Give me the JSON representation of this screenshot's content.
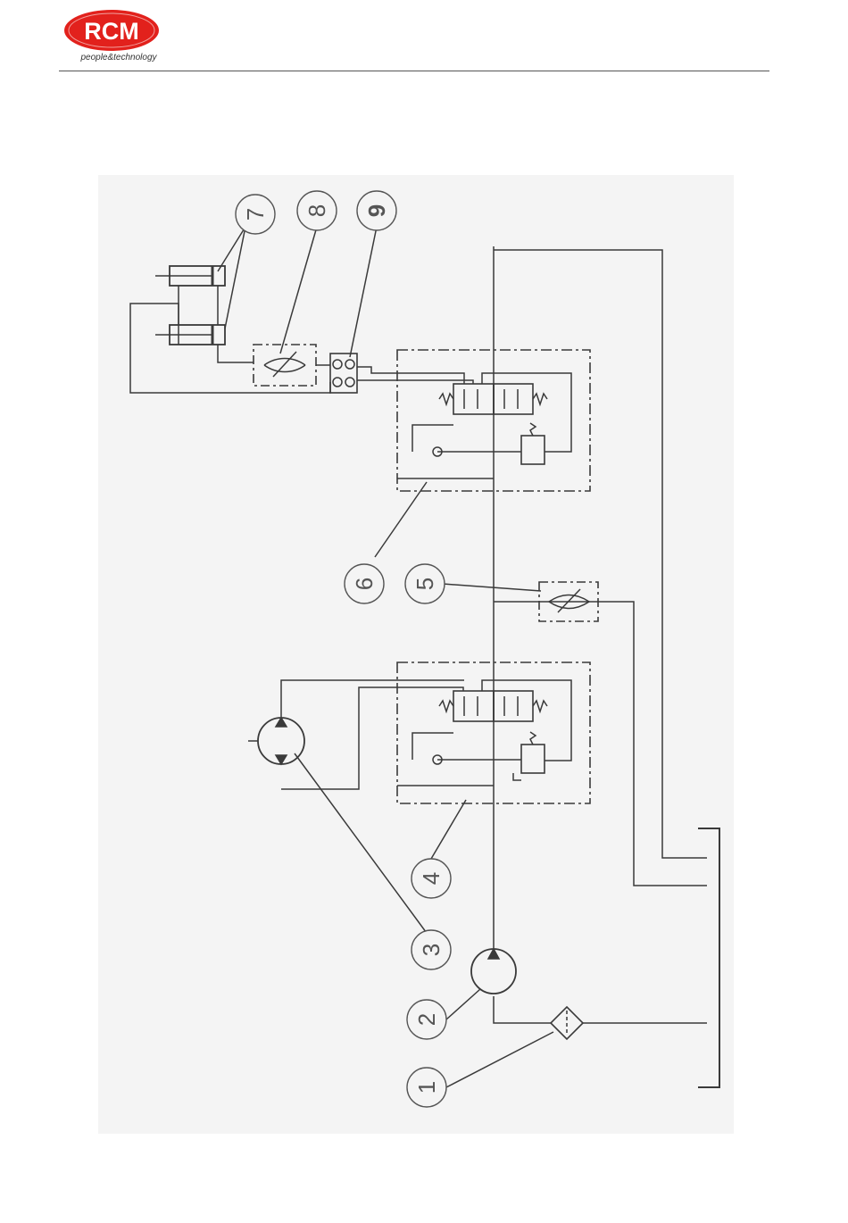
{
  "header": {
    "logo_text": "RCM",
    "tagline": "people&technology",
    "brand_color": "#e2211c"
  },
  "diagram": {
    "callouts": [
      {
        "id": "c1",
        "label": "1"
      },
      {
        "id": "c2",
        "label": "2"
      },
      {
        "id": "c3",
        "label": "3"
      },
      {
        "id": "c4",
        "label": "4"
      },
      {
        "id": "c5",
        "label": "5"
      },
      {
        "id": "c6",
        "label": "6"
      },
      {
        "id": "c7",
        "label": "7"
      },
      {
        "id": "c8",
        "label": "8"
      },
      {
        "id": "c9",
        "label": "9"
      }
    ]
  }
}
